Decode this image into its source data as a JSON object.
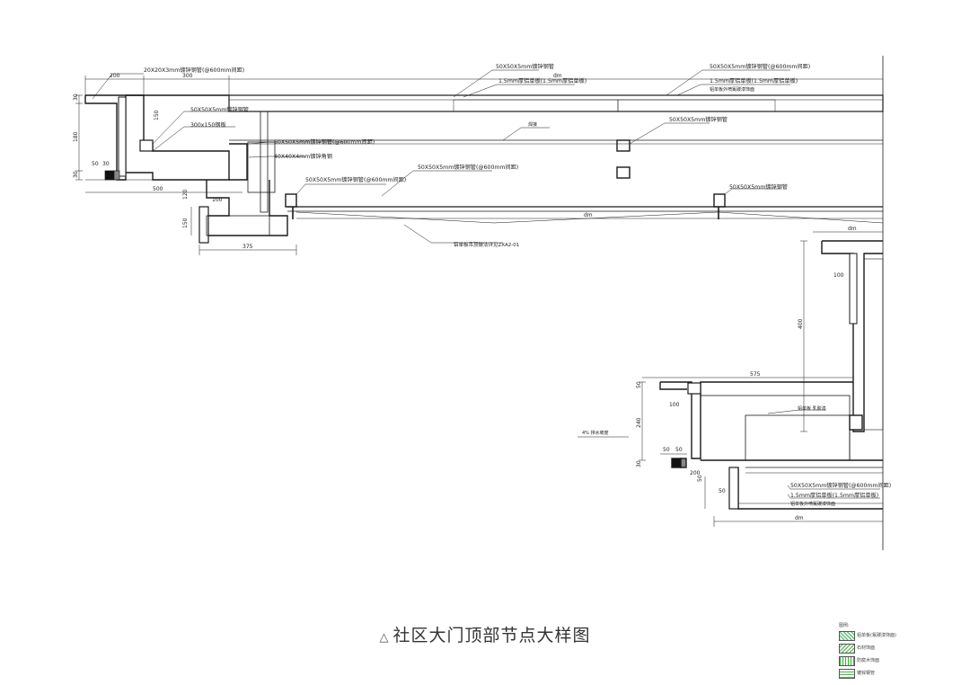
{
  "caption": {
    "marker": "△",
    "title": "社区大门顶部节点大样图"
  },
  "labels": {
    "steel_tube_20x20": "20X20X3mm镀锌钢管(@600mm间距)",
    "steel_tube_50x50_top": "50X50X5mm镀锌钢管",
    "steel_tube_50x50_top_right": "50X50X5mm镀锌钢管(@600mm间距)",
    "plate_1_5_left": "1.5mm厚铝单板(1.5mm厚铝单板)",
    "plate_1_5_right": "1.5mm厚铝单板(1.5mm厚铝单板)",
    "plate_note_right": "铝单板外喷氟碳漆饰面",
    "steel_tube_50x50_a": "50X50X5mm镀锌钢管",
    "embedded_plate": "300x150钢板",
    "steel_tube_50x50_b": "50X50X5mm镀锌钢管(@600mm间距)",
    "angle_40x40": "40X40X4mm镀锌角钢",
    "steel_tube_50x50_c": "50X50X5mm镀锌钢管(@600mm间距)",
    "steel_tube_50x50_d": "50X50X5mm镀锌钢管(@600mm间距)",
    "steel_tube_mid": "50X50X5mm镀锌钢管",
    "weld_note": "焊接",
    "steel_tube_right_mid": "50X50X5mm镀锌钢管",
    "ceiling_ref": "铝单板吊顶做法详见ZXA2-01",
    "panel_note_lower": "铝单板 乳胶漆",
    "steel_tube_lower": "50X50X5mm镀锌钢管(@600mm间距)",
    "plate_lower": "1.5mm厚铝单板(1.5mm厚铝单板)",
    "plate_lower_note": "铝单板外喷氟碳漆饰面",
    "side_note": "4%  排水坡度"
  },
  "dims": {
    "d200": "200",
    "d300": "300",
    "d30a": "30",
    "d150a": "150",
    "d180": "180",
    "d50a": "50",
    "d30b": "30",
    "d30c": "30",
    "d500": "500",
    "d100a": "100",
    "d120": "120",
    "d150b": "150",
    "d375": "375",
    "dim_top": "dm",
    "dim_mid": "dm",
    "d100b": "100",
    "d400": "400",
    "d575": "575",
    "d100c": "100",
    "d50b": "50",
    "d30d": "30",
    "d240": "240",
    "d50c": "50",
    "d200b": "200",
    "d50d": "50",
    "d50e": "50",
    "d50f": "50",
    "dim_rt": "dm",
    "dim_bottom": "dm"
  },
  "legend": {
    "title": "图例:",
    "items": [
      "铝单板(氟碳漆饰面)",
      "石材饰面",
      "防腐木饰面",
      "镀锌钢管"
    ]
  }
}
